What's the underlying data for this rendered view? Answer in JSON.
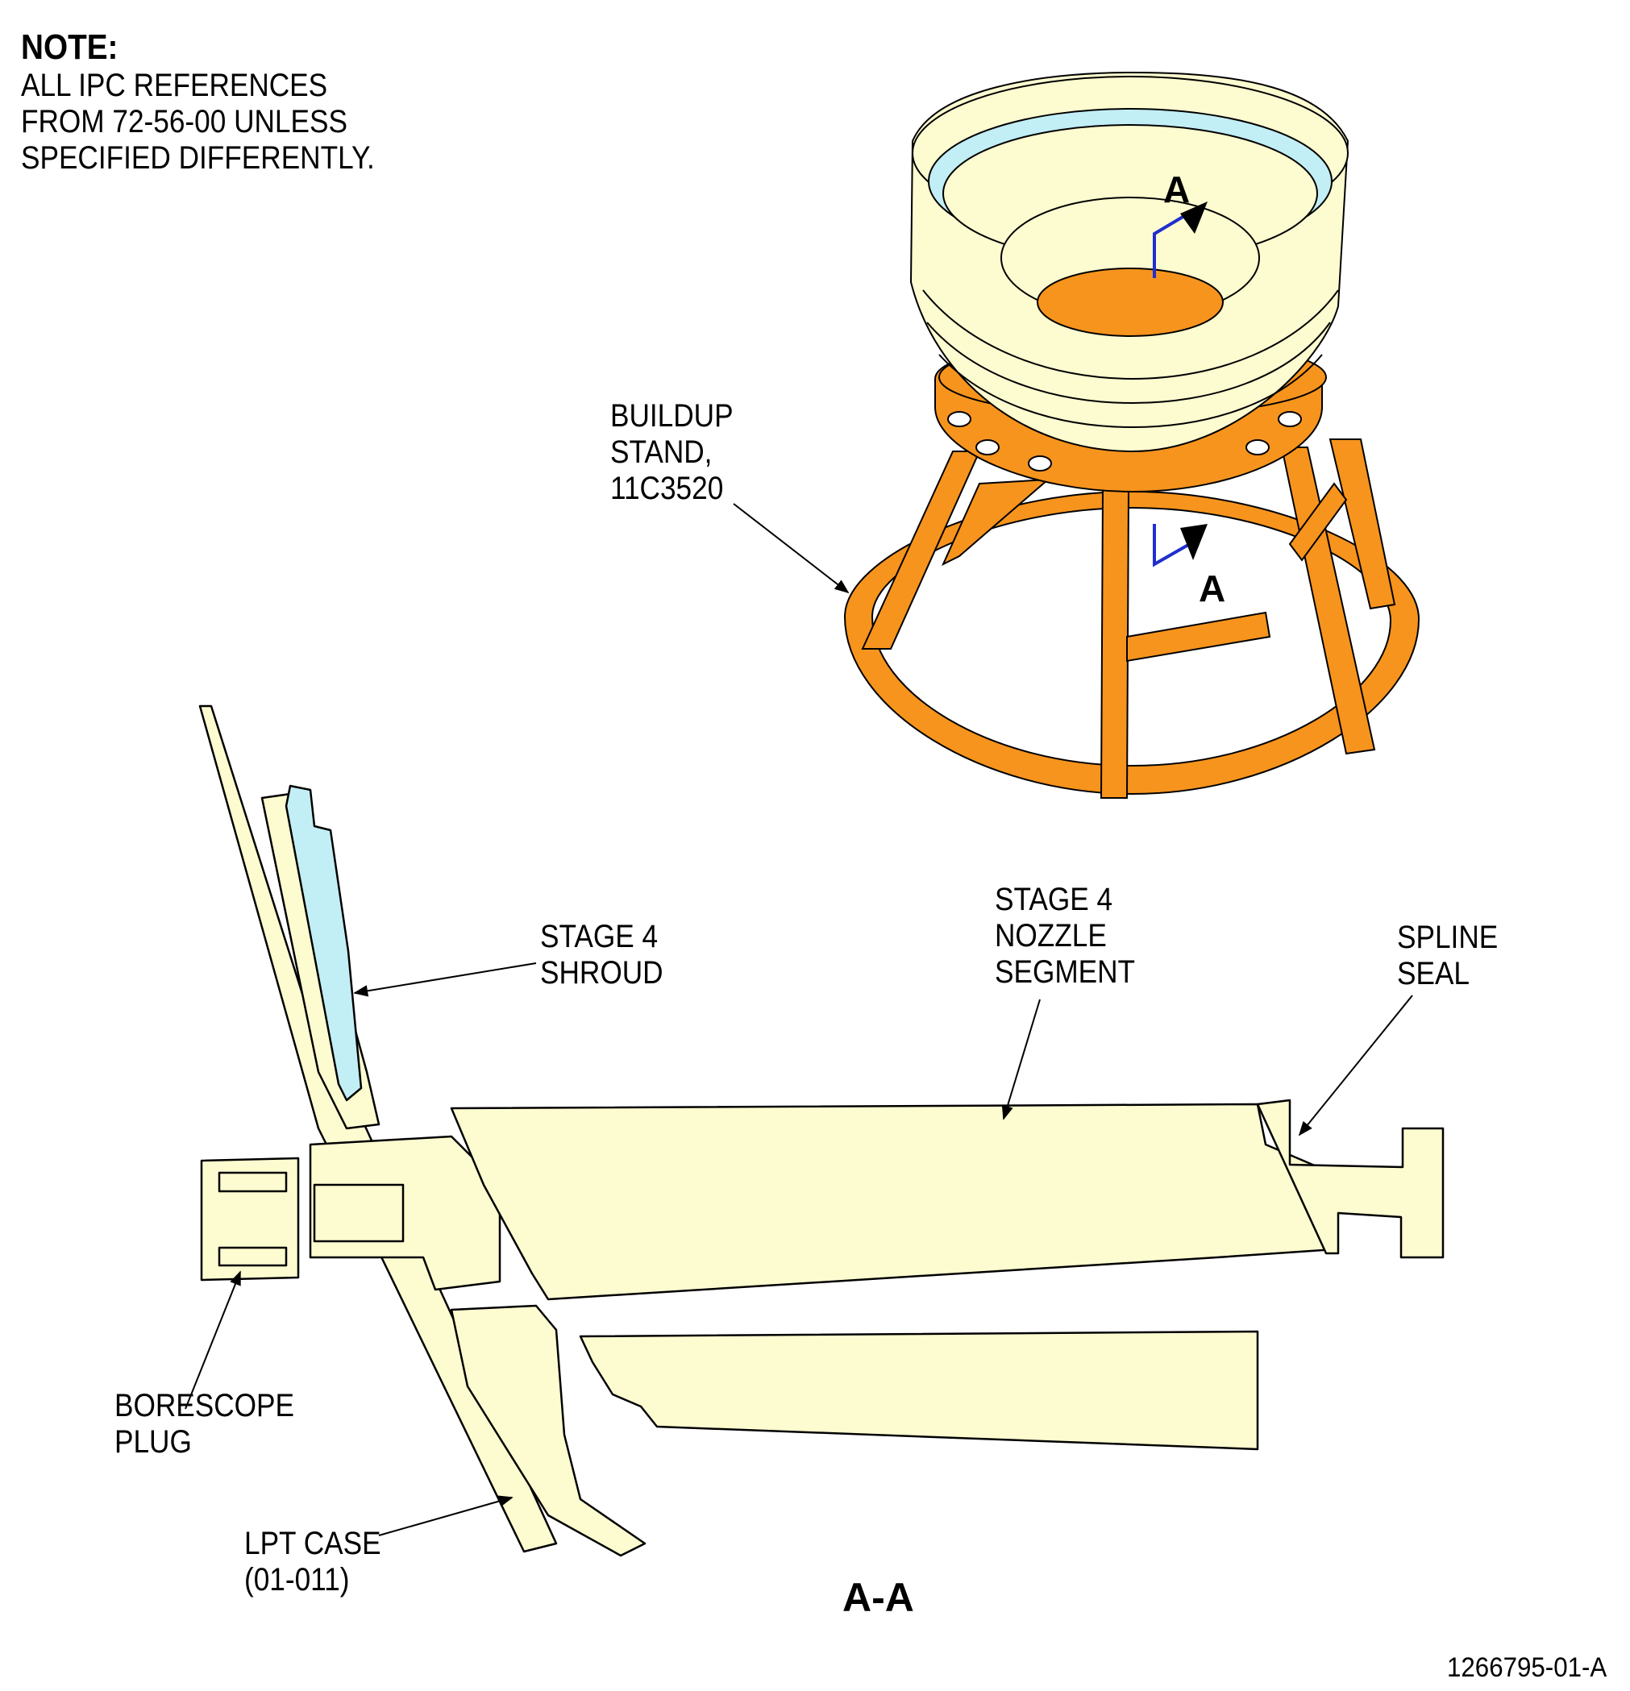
{
  "note": {
    "title": "NOTE:",
    "body": "ALL IPC REFERENCES\nFROM 72-56-00 UNLESS\nSPECIFIED DIFFERENTLY."
  },
  "labels": {
    "buildup_stand": "BUILDUP\nSTAND,\n11C3520",
    "stage4_shroud": "STAGE 4\nSHROUD",
    "stage4_nozzle_segment": "STAGE 4\nNOZZLE\nSEGMENT",
    "spline_seal": "SPLINE\nSEAL",
    "borescope_plug": "BORESCOPE\nPLUG",
    "lpt_case": "LPT CASE\n(01-011)"
  },
  "view_markers": {
    "upper": "A",
    "lower": "A"
  },
  "section_title": "A-A",
  "doc_id": "1266795-01-A",
  "colors": {
    "stand_orange": "#f7941d",
    "part_cream": "#fdfbd0",
    "shroud_blue": "#c2eef5",
    "section_line_blue": "#1f2fcf"
  }
}
